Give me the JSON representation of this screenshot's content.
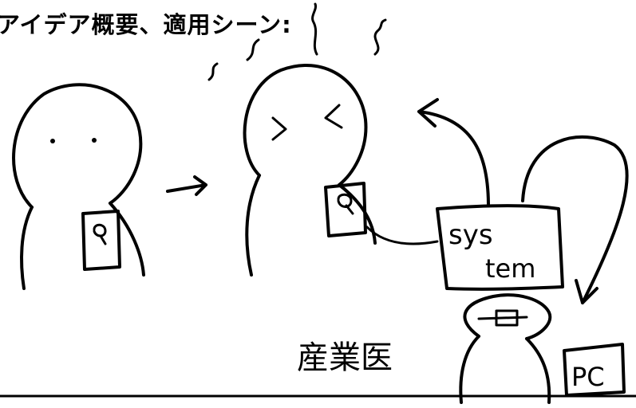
{
  "title": "アイデア概要、適用シーン:",
  "labels": {
    "system_line1": "sys",
    "system_line2": "tem",
    "occupational_doctor": "産業医",
    "pc": "PC"
  }
}
